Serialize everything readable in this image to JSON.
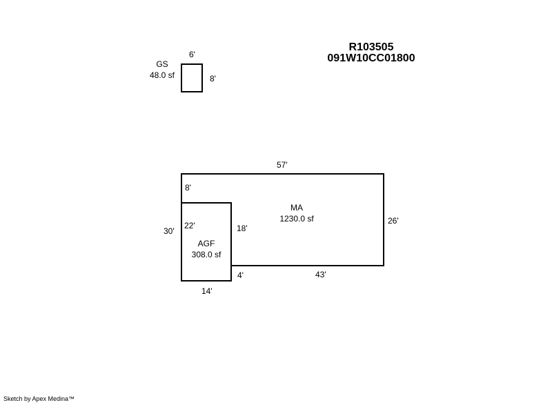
{
  "header": {
    "parcel_id": "R103505",
    "map_number": "091W10CC01800"
  },
  "sketch": {
    "gs": {
      "code": "GS",
      "area": "48.0 sf",
      "dim_top": "6'",
      "dim_right": "8'"
    },
    "ma": {
      "code": "MA",
      "area": "1230.0 sf",
      "dim_top": "57'",
      "dim_right": "26'",
      "dim_bottom": "43'",
      "dim_inner_right": "18'",
      "dim_step": "4'",
      "dim_left_top": "8'"
    },
    "agf": {
      "code": "AGF",
      "area": "308.0 sf",
      "dim_left": "30'",
      "dim_inner": "22'",
      "dim_bottom": "14'"
    }
  },
  "footer": {
    "credit": "Sketch by Apex Medina™"
  }
}
